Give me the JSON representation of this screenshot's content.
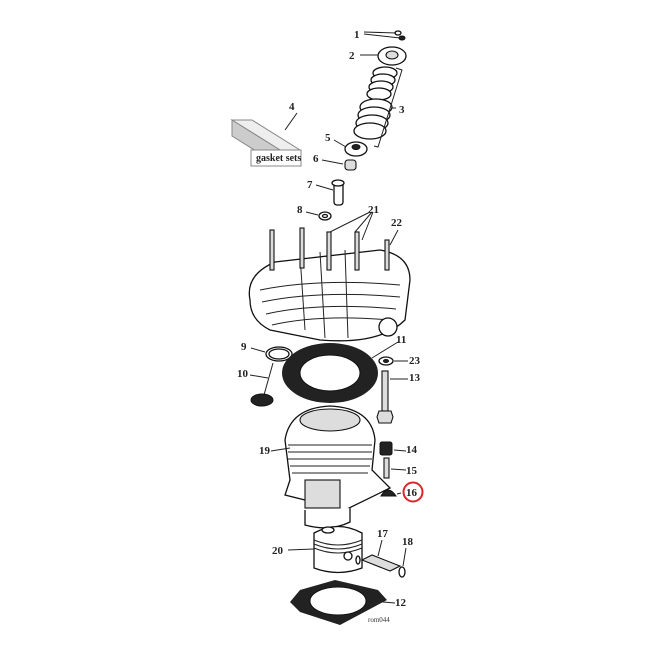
{
  "diagram": {
    "gasket_box_label": "gasket sets",
    "drawing_code": "rom044",
    "highlight_color": "#d9252b",
    "highlighted_callout": "16",
    "callouts": {
      "c1": "1",
      "c2": "2",
      "c3": "3",
      "c4": "4",
      "c5": "5",
      "c6": "6",
      "c7": "7",
      "c8": "8",
      "c9": "9",
      "c10": "10",
      "c11": "11",
      "c12": "12",
      "c13": "13",
      "c14": "14",
      "c15": "15",
      "c16": "16",
      "c17": "17",
      "c18": "18",
      "c19": "19",
      "c20": "20",
      "c21": "21",
      "c22": "22",
      "c23": "23"
    }
  }
}
